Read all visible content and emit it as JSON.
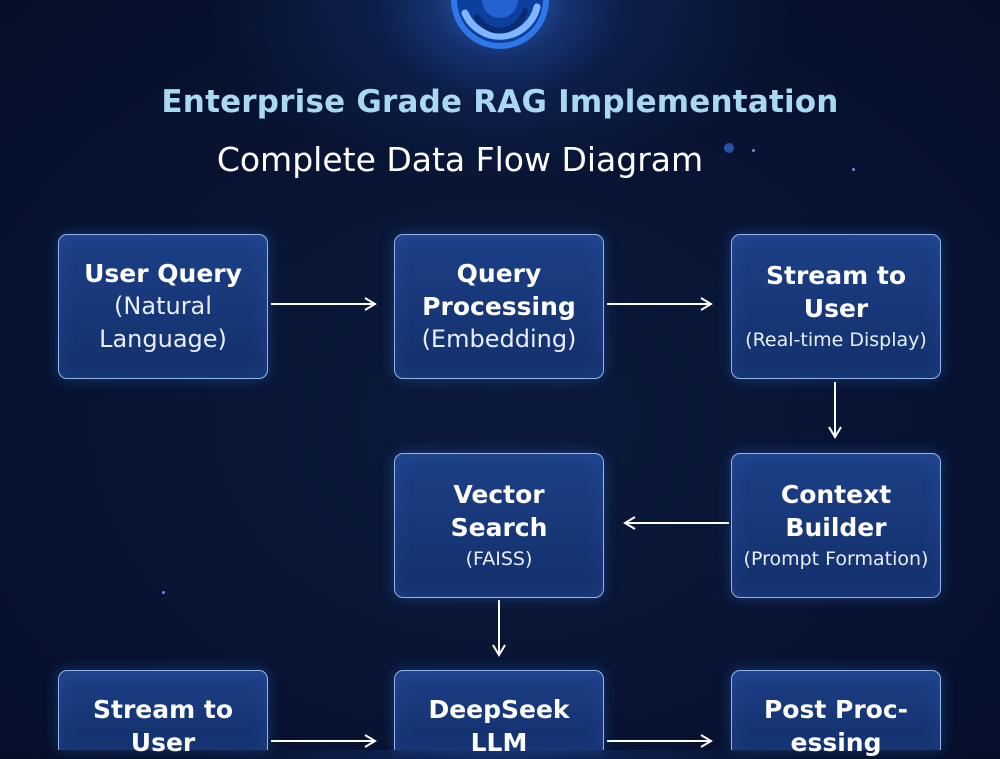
{
  "header": {
    "title": "Enterprise Grade RAG Implementation",
    "subtitle": "Complete Data Flow Diagram"
  },
  "colors": {
    "background": "#071230",
    "title": "#a9d8f3",
    "node_fill": "#1a3a7e",
    "node_border": "#8fb5e6",
    "arrow": "#ffffff"
  },
  "nodes": [
    {
      "title": "User Query",
      "desc": "(Natural Language)",
      "desc_lines": [
        "(Natural",
        "Language)"
      ]
    },
    {
      "title_lines": [
        "Query",
        "Processing"
      ],
      "desc": "(Embedding)"
    },
    {
      "title_lines": [
        "Stream to",
        "User"
      ],
      "desc": "(Real-time Display)"
    },
    {
      "title_lines": [
        "Vector",
        "Search"
      ],
      "desc": "(FAISS)"
    },
    {
      "title_lines": [
        "Context",
        "Builder"
      ],
      "desc": "(Prompt Formation)"
    },
    {
      "title_lines": [
        "Stream to",
        "User"
      ]
    },
    {
      "title_lines": [
        "DeepSeek",
        "LLM"
      ]
    },
    {
      "title_lines": [
        "Post Proc-",
        "essing"
      ]
    }
  ]
}
